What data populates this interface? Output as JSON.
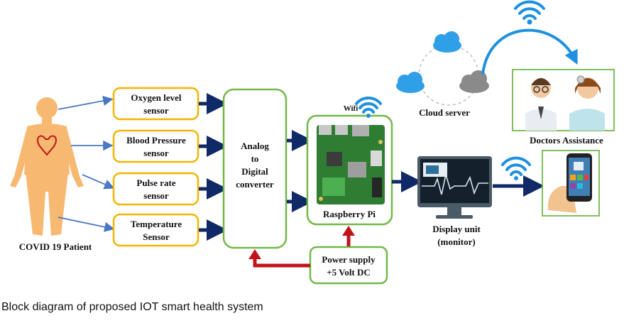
{
  "patient": {
    "label": "COVID 19 Patient"
  },
  "sensors": [
    {
      "line1": "Oxygen level",
      "line2": "sensor"
    },
    {
      "line1": "Blood Pressure",
      "line2": "sensor"
    },
    {
      "line1": "Pulse rate",
      "line2": "sensor"
    },
    {
      "line1": "Temperature",
      "line2": "Sensor"
    }
  ],
  "adc": {
    "line1": "Analog",
    "line2": "to",
    "line3": "Digital",
    "line4": "converter"
  },
  "rpi": {
    "label": "Raspberry Pi",
    "wifi_label": "Wifi"
  },
  "power": {
    "line1": "Power supply",
    "line2": "+5 Volt DC"
  },
  "cloud": {
    "label": "Cloud server"
  },
  "doctors": {
    "label": "Doctors Assistance"
  },
  "display": {
    "line1": "Display unit",
    "line2": "(monitor)"
  },
  "caption": "Block diagram of proposed IOT smart health system",
  "colors": {
    "box_border": "#f2b600",
    "green_border": "#72b84a",
    "arrow_navy": "#0f2a66",
    "arrow_red": "#c0141a",
    "connector_blue": "#4a78c2",
    "skin": "#f7b871",
    "cloud_blue": "#2f9fe8",
    "cloud_gray": "#8a8a8a",
    "arc_blue": "#1e90e0"
  }
}
